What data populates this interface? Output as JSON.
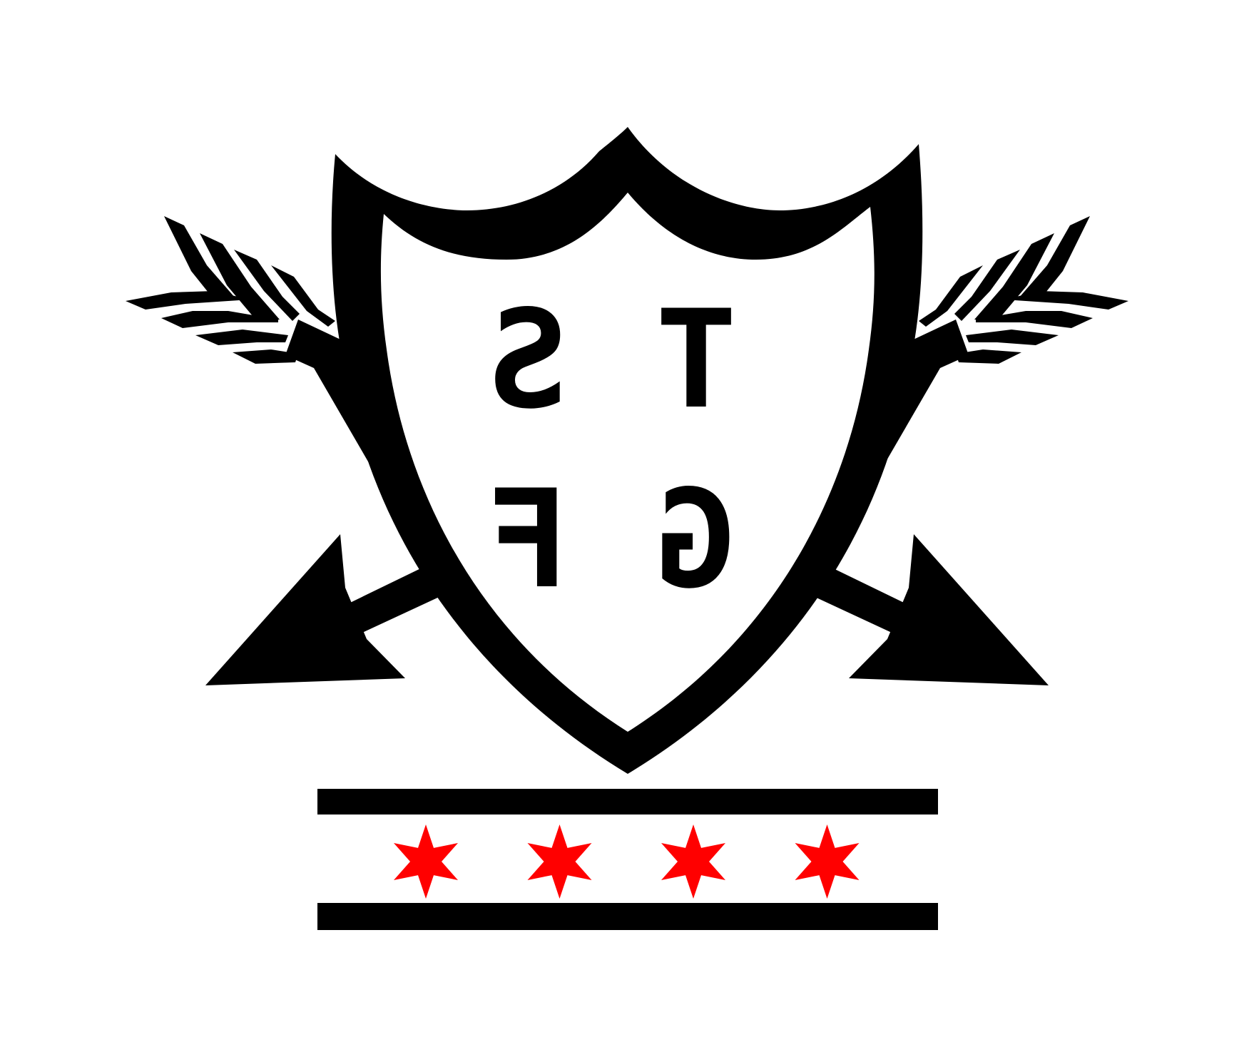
{
  "logo": {
    "lettering": [
      "S",
      "T",
      "F",
      "G"
    ],
    "letters_mirrored": true
  },
  "colors": {
    "background": "#ffffff",
    "ink": "#000000",
    "star": "#ff0000"
  },
  "flag": {
    "star_count": 4,
    "star_points": 6,
    "bar_count": 2
  },
  "icons": {
    "left_arrow": "arrow-left-icon",
    "right_arrow": "arrow-right-icon",
    "shield": "shield-icon",
    "star": "six-point-star-icon"
  }
}
